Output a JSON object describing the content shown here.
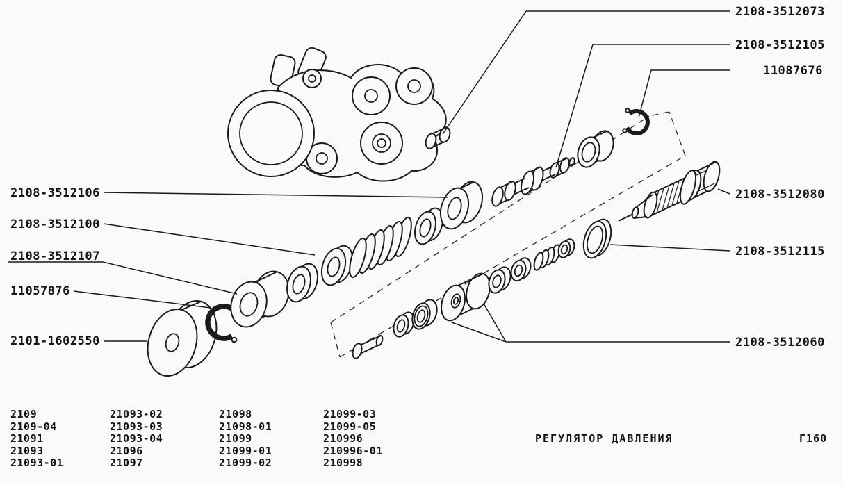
{
  "drawing": {
    "title": "РЕГУЛЯТОР ДАВЛЕНИЯ",
    "page_code": "Г160"
  },
  "callouts": {
    "right": [
      "2108-3512073",
      "2108-3512105",
      "11087676",
      "2108-3512080",
      "2108-3512115",
      "2108-3512060"
    ],
    "left": [
      "2108-3512106",
      "2108-3512100",
      "2108-3512107",
      "11057876",
      "2101-1602550"
    ]
  },
  "model_table": {
    "columns": [
      [
        "2109",
        "2109-04",
        "21091",
        "21093",
        "21093-01"
      ],
      [
        "21093-02",
        "21093-03",
        "21093-04",
        "21096",
        "21097"
      ],
      [
        "21098",
        "21098-01",
        "21099",
        "21099-01",
        "21099-02"
      ],
      [
        "21099-03",
        "21099-05",
        "210996",
        "210996-01",
        "210998"
      ]
    ]
  }
}
